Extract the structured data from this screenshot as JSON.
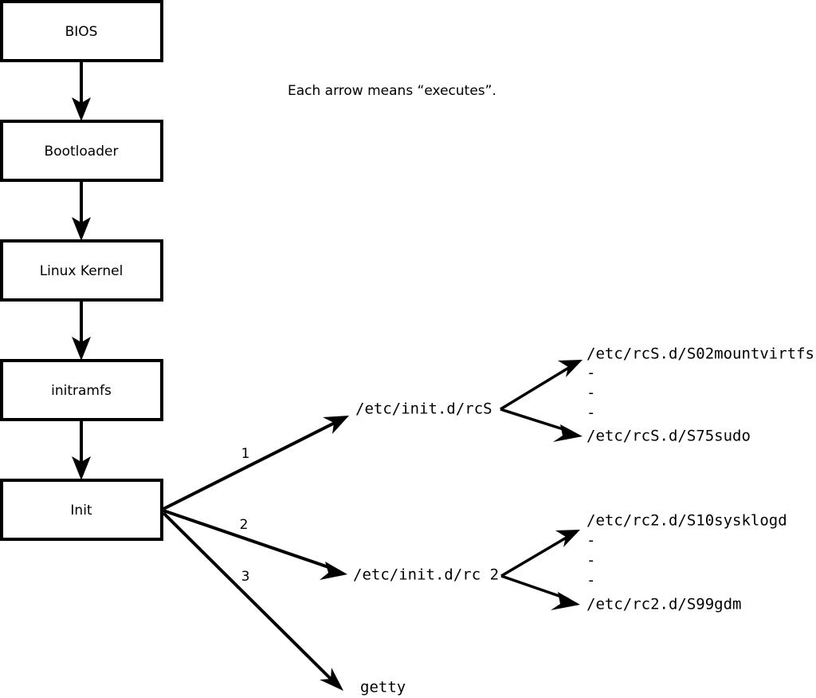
{
  "caption": {
    "text": "Each arrow means “executes”."
  },
  "boot_chain": {
    "nodes": [
      {
        "label": "BIOS"
      },
      {
        "label": "Bootloader"
      },
      {
        "label": "Linux Kernel"
      },
      {
        "label": "initramfs"
      },
      {
        "label": "Init"
      }
    ]
  },
  "init_branches": [
    {
      "number": "1",
      "label": "/etc/init.d/rcS"
    },
    {
      "number": "2",
      "label": "/etc/init.d/rc 2"
    },
    {
      "number": "3",
      "label": "getty"
    }
  ],
  "rcs_scripts": {
    "first": "/etc/rcS.d/S02mountvirtfs",
    "ellipsis": [
      "-",
      "-",
      "-"
    ],
    "last": "/etc/rcS.d/S75sudo"
  },
  "rc2_scripts": {
    "first": "/etc/rc2.d/S10sysklogd",
    "ellipsis": [
      "-",
      "-",
      "-"
    ],
    "last": "/etc/rc2.d/S99gdm"
  },
  "colors": {
    "stroke": "#000000",
    "fill": "#ffffff",
    "text": "#000000"
  }
}
